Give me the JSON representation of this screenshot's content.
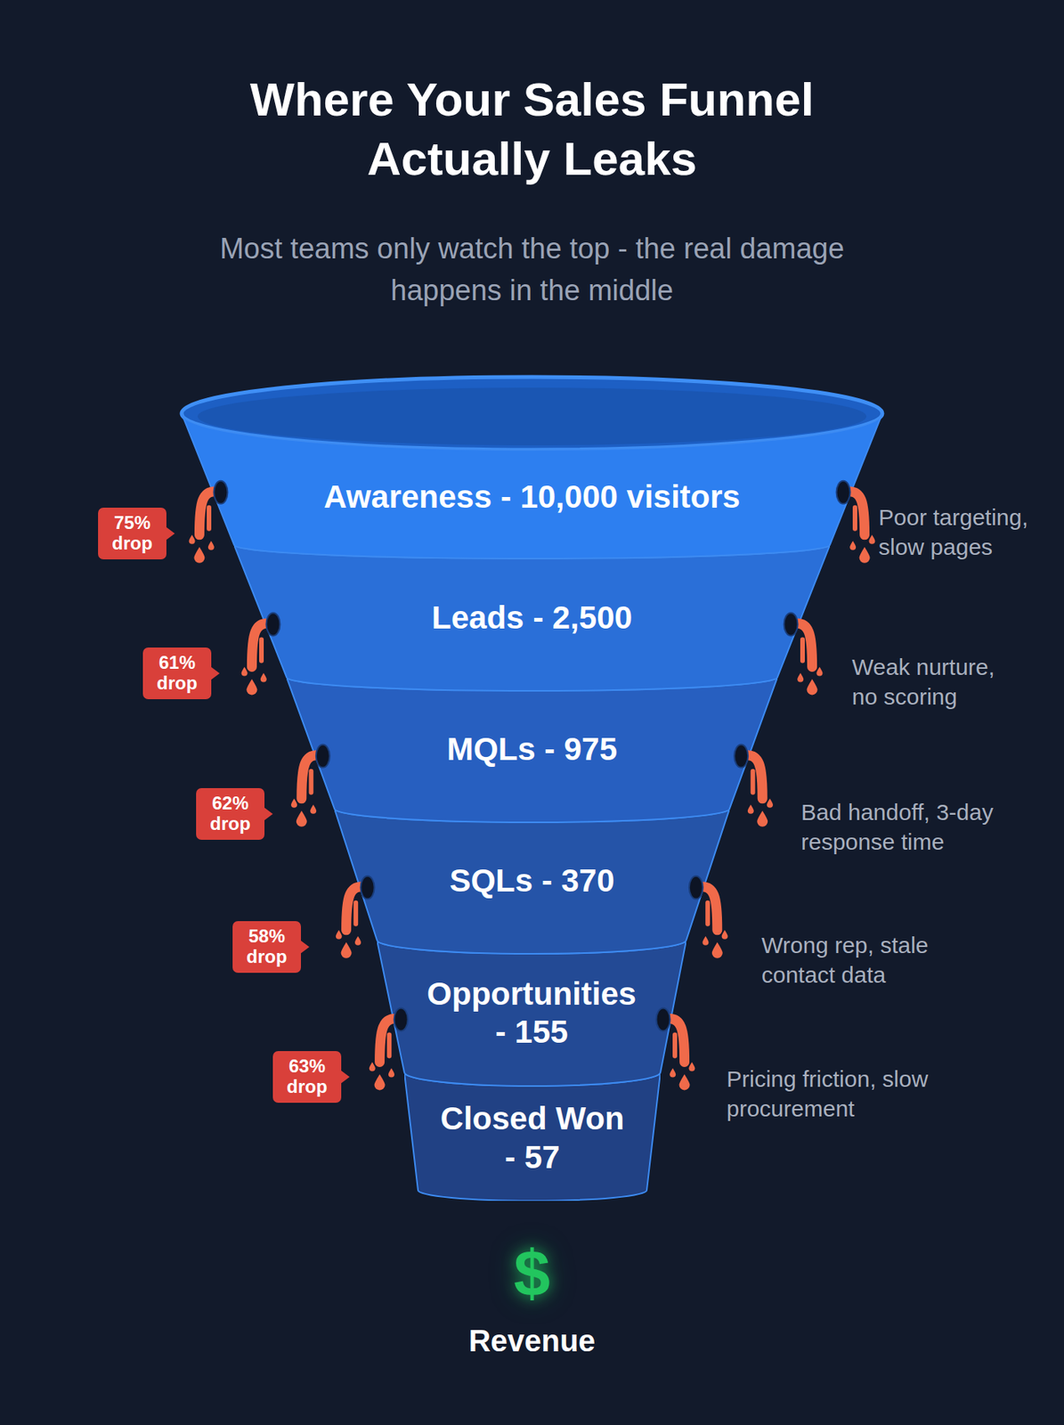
{
  "diagram": {
    "title": "Where Your Sales Funnel Actually Leaks",
    "nodes": [
      {
        "text": [
          "Awareness - 10,000 visitors"
        ]
      },
      {
        "text": [
          "75% drop"
        ]
      },
      {
        "text": [
          "Leads - 2,500"
        ]
      },
      {
        "text": [
          "61% drop"
        ]
      },
      {
        "text": [
          "MQLs - 975"
        ]
      },
      {
        "text": [
          "62% drop"
        ]
      },
      {
        "text": [
          "SQLs - 370"
        ]
      },
      {
        "text": [
          "58% drop"
        ]
      },
      {
        "text": [
          "Opportunities - 155"
        ]
      },
      {
        "text": [
          "63% drop"
        ]
      },
      {
        "text": [
          "Closed Won - 57"
        ]
      }
    ],
    "labels": [
      "Most teams only watch the top - the real damage happens in the middle",
      "Poor targeting, slow pages",
      "Weak nurture, no scoring",
      "Bad handoff, 3-day response time",
      "Wrong rep, stale contact data",
      "Pricing friction, slow procurement",
      "$",
      "Revenue"
    ]
  }
}
